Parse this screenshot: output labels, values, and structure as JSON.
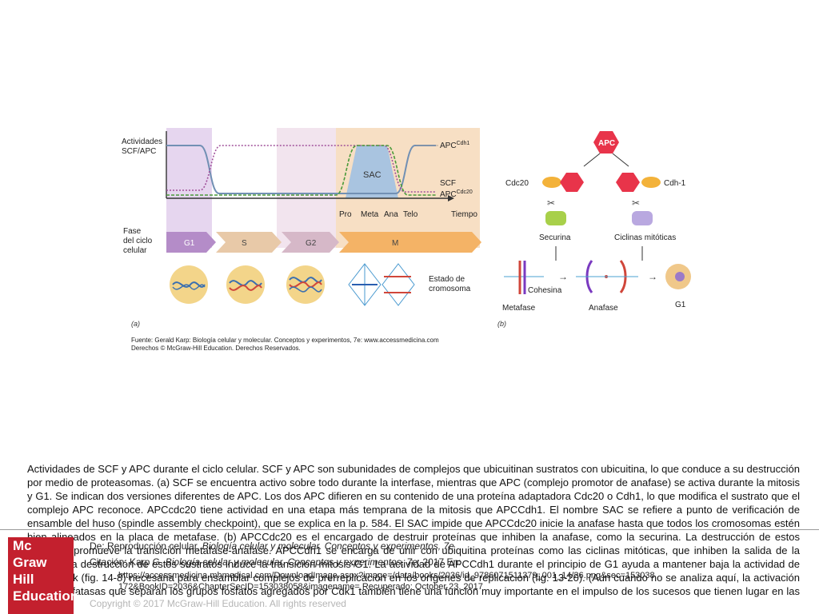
{
  "figure": {
    "panel_a": {
      "ylabel_line1": "Actividades",
      "ylabel_line2": "SCF/APC",
      "curve_apc_cdh1": "APC",
      "curve_apc_cdh1_sup": "Cdh1",
      "curve_scf": "SCF",
      "curve_apc_cdc20": "APC",
      "curve_apc_cdc20_sup": "Cdc20",
      "sac_label": "SAC",
      "phase_ticks": [
        "Pro",
        "Meta",
        "Ana",
        "Telo"
      ],
      "time_label": "Tiempo",
      "phase_label_line1": "Fase",
      "phase_label_line2": "del ciclo",
      "phase_label_line3": "celular",
      "phases": [
        "G1",
        "S",
        "G2",
        "M"
      ],
      "chromosome_label_line1": "Estado de",
      "chromosome_label_line2": "cromosoma",
      "panel_letter": "(a)",
      "colors": {
        "apc_cdh1": "#6b8fb5",
        "scf": "#a0509a",
        "apc_cdc20": "#4a9a3a",
        "sac": "#9ab7d6",
        "g1": "#b48cc8",
        "s": "#e8c9a8",
        "g2": "#d6b8c8",
        "m": "#f4b366"
      }
    },
    "panel_b": {
      "apc": "APC",
      "cdc20": "Cdc20",
      "cdh1": "Cdh-1",
      "securina": "Securina",
      "ciclinas": "Ciclinas mitóticas",
      "cohesina": "Cohesina",
      "metafase": "Metafase",
      "anafase": "Anafase",
      "g1": "G1",
      "panel_letter": "(b)"
    },
    "source_line1": "Fuente: Gerald Karp: Biología celular y molecular. Conceptos y experimentos, 7e: www.accessmedicina.com",
    "source_line2": "Derechos © McGraw-Hill Education. Derechos Reservados."
  },
  "caption": {
    "text": "Actividades de SCF y APC durante el ciclo celular. SCF y APC son subunidades de complejos que ubicuitinan sustratos con ubicuitina, lo que conduce a su destrucción por medio de proteasomas. (a) SCF se encuentra activo sobre todo durante la interfase, mientras que APC (complejo promotor de anafase) se activa durante la mitosis y G1. Se indican dos versiones diferentes de APC. Los dos APC difieren en su contenido de una proteína adaptadora Cdc20 o Cdh1, lo que modifica el sustrato que el complejo APC reconoce. APCcdc20 tiene actividad en una etapa más temprana de la mitosis que APCCdh1. El nombre SAC se refiere a punto de verificación de ensamble del huso (spindle assembly checkpoint), que se explica en la p. 584. El SAC impide que APCCdc20 inicie la anafase hasta que todos los cromosomas estén bien alineados en la placa de metafase. (b) APCCdc20 es el encargado de destruir proteínas que inhiben la anafase, como la securina. La destrucción de estos sustratos promueve la transición metafase-anafase. APCCdh1 se encarga de unir con ubiquitina proteínas como las ciclinas mitóticas, que inhiben la salida de la mitosis. La destrucción de estos sustratos induce la transición mitosis-G1. La actividad de APCCdh1 durante el principio de G1 ayuda a mantener baja la actividad de ciclina-Cdk (fig. 14-8) necesaria para ensamblar complejos de prerreplicación en los orígenes de replicación (fig. 13-20). (Aun cuando no se analiza aquí, la activación de las fosfatasas que separan los grupos fosfatos agregados por Cdk1 también tiene una función muy importante en el impulso de los sucesos que tienen lugar en las últimas"
  },
  "logo": {
    "line1": "Mc",
    "line2": "Graw",
    "line3": "Hill",
    "line4": "Education",
    "color": "#c3202e"
  },
  "overlay": {
    "de_prefix": "De: Reproducción celular, ",
    "de_italic": "Biología celular y molecular. Conceptos y experimentos, 7e",
    "citacion_prefix": "Citación: Karp G. ",
    "citacion_italic": "Biología celular y molecular. Conceptos y experimentos, 7e",
    "citacion_suffix": "; 2017 En:",
    "url_line1": "https://accessmedicina.mhmedical.com/DownloadImage.aspx?image=/data/books/2036/id_9786071511379_001_14/26.png&sec=153038",
    "url_line2": "172&BookID=2036&ChapterSecID=153038058&imagename= Recuperado: October 23, 2017",
    "copyright": "Copyright © 2017 McGraw-Hill Education. All rights reserved"
  }
}
